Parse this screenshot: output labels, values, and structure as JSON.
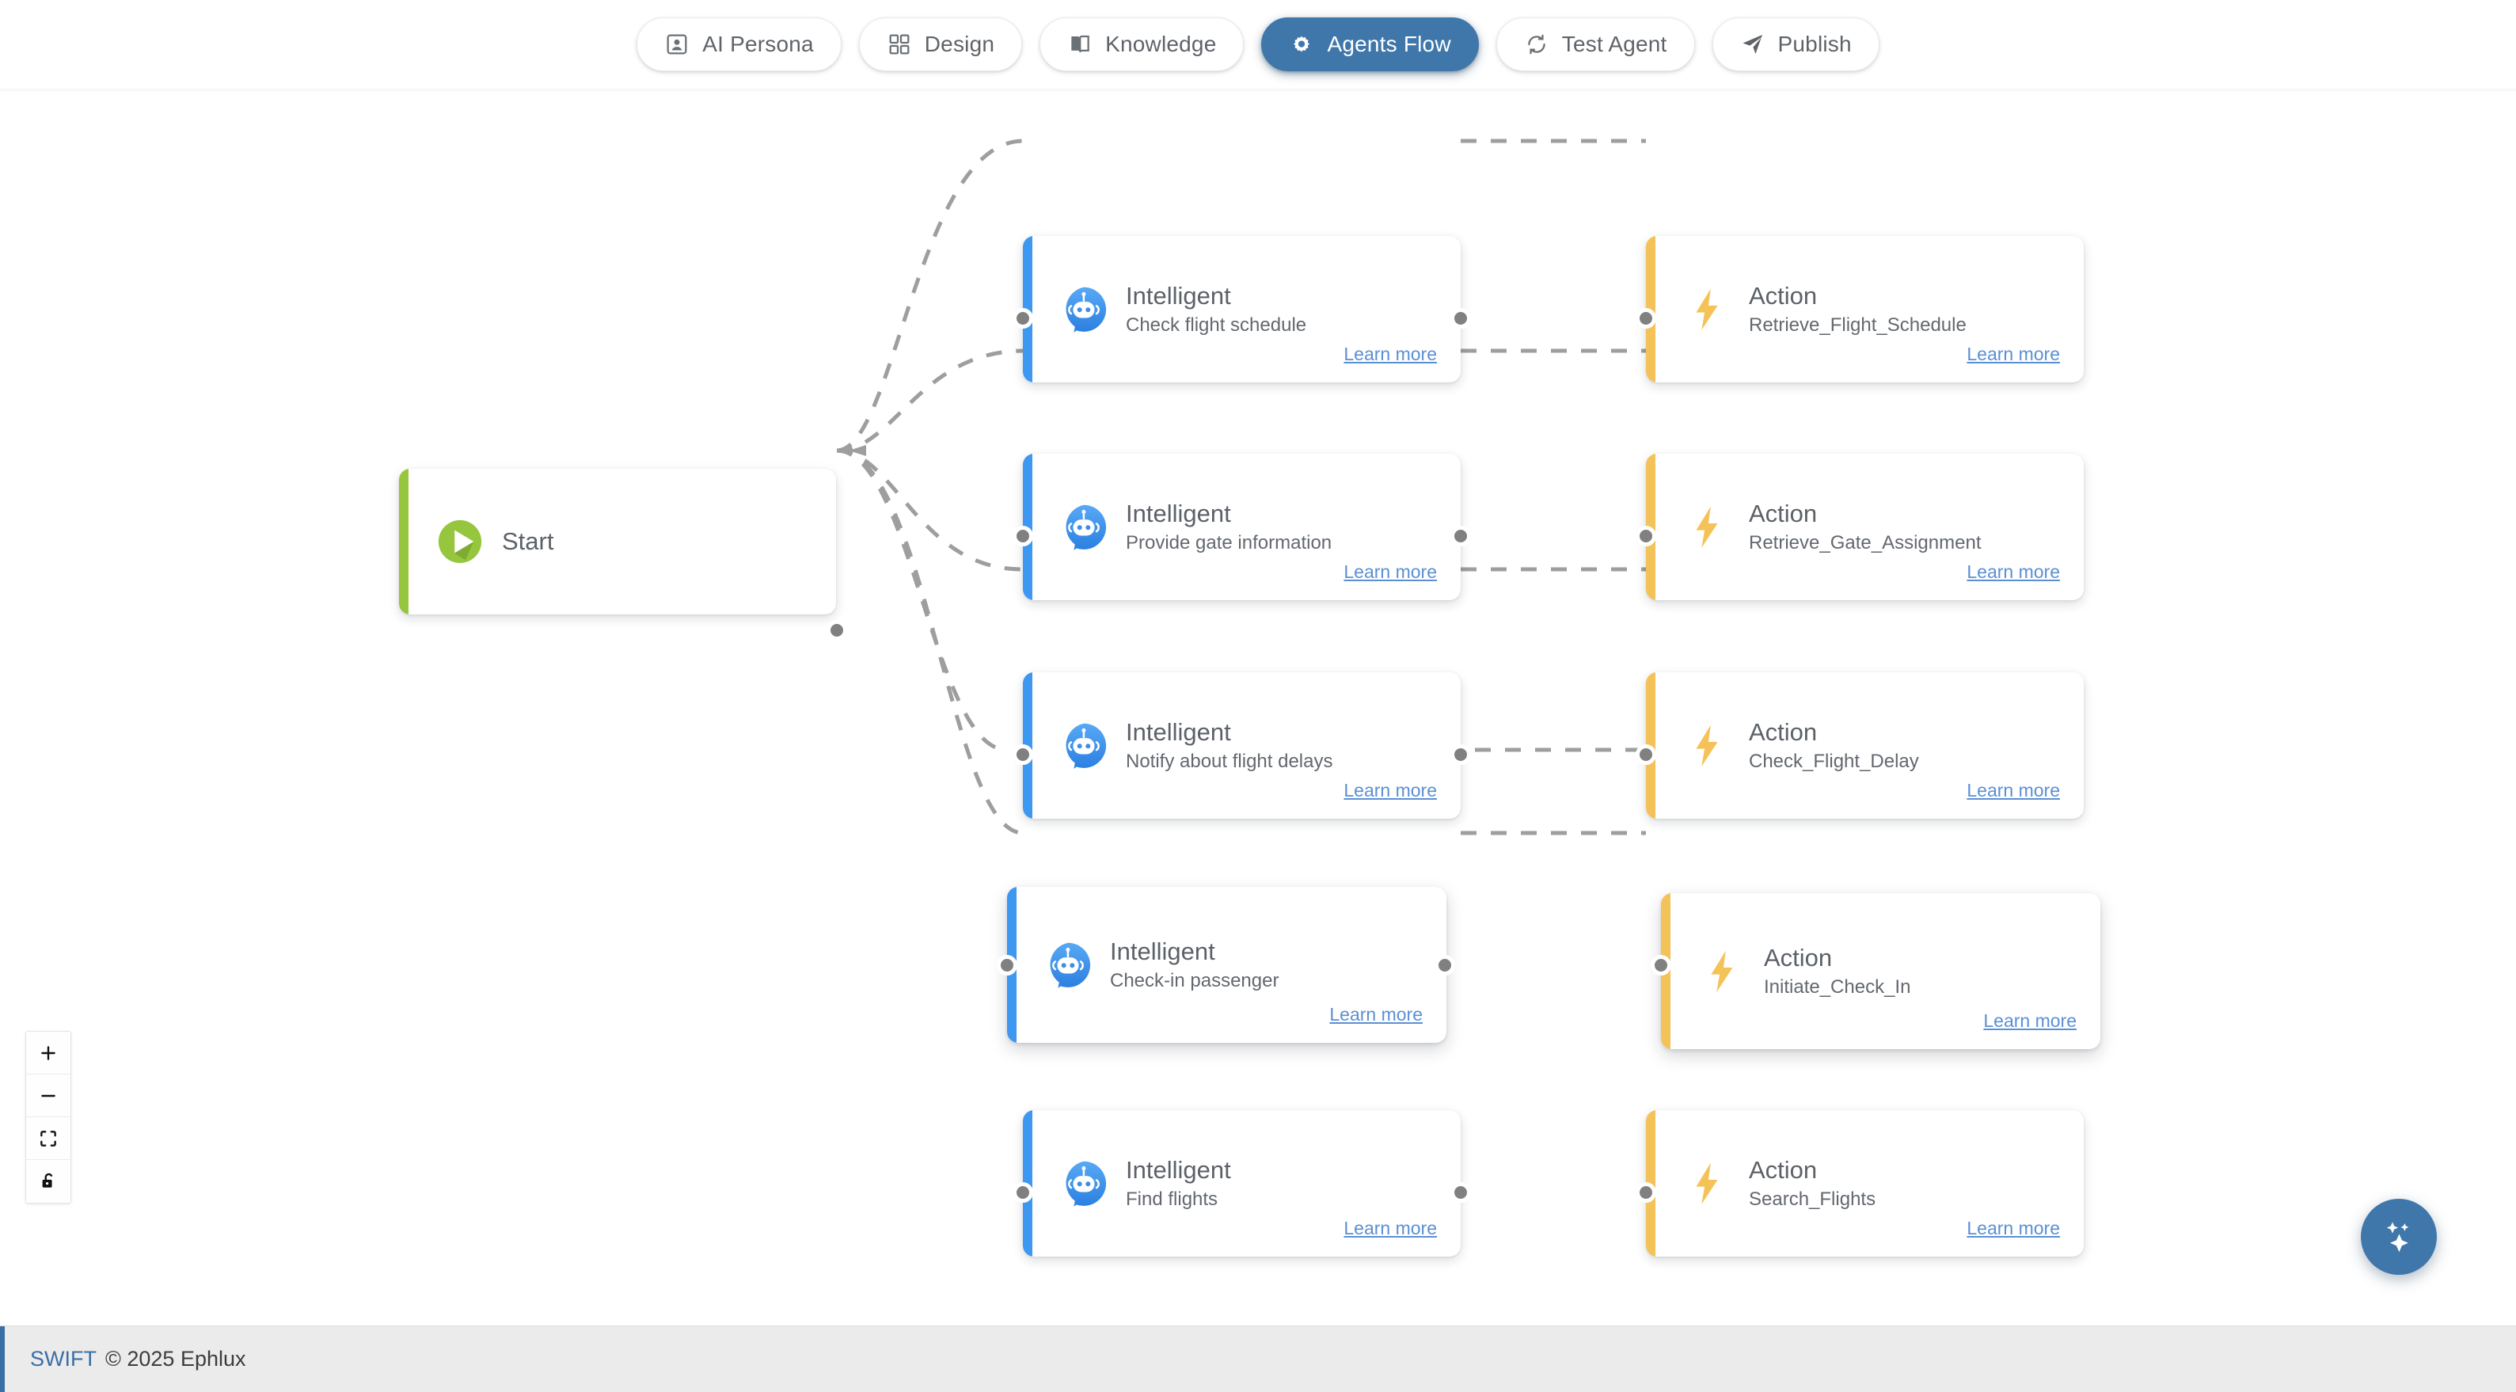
{
  "topbar": {
    "buttons": [
      {
        "label": "AI Persona",
        "icon": "person-card-icon",
        "active": false
      },
      {
        "label": "Design",
        "icon": "grid-squares-icon",
        "active": false
      },
      {
        "label": "Knowledge",
        "icon": "book-icon",
        "active": false
      },
      {
        "label": "Agents Flow",
        "icon": "gear-icon",
        "active": true
      },
      {
        "label": "Test Agent",
        "icon": "refresh-icon",
        "active": false
      },
      {
        "label": "Publish",
        "icon": "send-icon",
        "active": false
      }
    ]
  },
  "canvas": {
    "start_node": {
      "label": "Start",
      "icon": "play-circle-icon"
    },
    "learn_more_label": "Learn more",
    "rows": [
      {
        "agent": {
          "title": "Intelligent",
          "subtitle": "Check flight schedule",
          "icon": "robot-icon"
        },
        "action": {
          "title": "Action",
          "subtitle": "Retrieve_Flight_Schedule",
          "icon": "lightning-bolt-icon"
        }
      },
      {
        "agent": {
          "title": "Intelligent",
          "subtitle": "Provide gate information",
          "icon": "robot-icon"
        },
        "action": {
          "title": "Action",
          "subtitle": "Retrieve_Gate_Assignment",
          "icon": "lightning-bolt-icon"
        }
      },
      {
        "agent": {
          "title": "Intelligent",
          "subtitle": "Notify about flight delays",
          "icon": "robot-icon"
        },
        "action": {
          "title": "Action",
          "subtitle": "Check_Flight_Delay",
          "icon": "lightning-bolt-icon"
        }
      },
      {
        "agent": {
          "title": "Intelligent",
          "subtitle": "Check-in passenger",
          "icon": "robot-icon"
        },
        "action": {
          "title": "Action",
          "subtitle": "Initiate_Check_In",
          "icon": "lightning-bolt-icon"
        }
      },
      {
        "agent": {
          "title": "Intelligent",
          "subtitle": "Find flights",
          "icon": "robot-icon"
        },
        "action": {
          "title": "Action",
          "subtitle": "Search_Flights",
          "icon": "lightning-bolt-icon"
        }
      }
    ]
  },
  "zoom_controls": [
    {
      "name": "zoom-in",
      "icon": "plus-icon"
    },
    {
      "name": "zoom-out",
      "icon": "minus-icon"
    },
    {
      "name": "fit-view",
      "icon": "fit-screen-icon"
    },
    {
      "name": "lock",
      "icon": "unlock-icon"
    }
  ],
  "fab": {
    "icon": "sparkles-icon"
  },
  "footer": {
    "brand": "SWIFT",
    "copyright": "© 2025 Ephlux"
  },
  "colors": {
    "accent_blue": "#3f77ab",
    "agent_blue": "#3e97f0",
    "action_yellow": "#f3c259",
    "start_green": "#95c63d",
    "link_blue": "#5b8fd4",
    "edge_gray": "#9e9e9e",
    "handle_gray": "#808080"
  }
}
